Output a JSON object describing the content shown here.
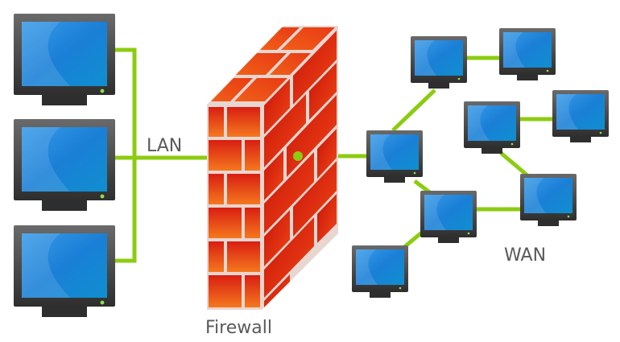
{
  "title": "Firewall network diagram",
  "labels": {
    "lan": "LAN",
    "firewall": "Firewall",
    "wan": "WAN"
  },
  "colors": {
    "link": "#8ccc10",
    "screen": "#1a7fd6",
    "bezel": "#3a3a3a",
    "brick": "#e8331a",
    "mortar": "#e8d6d0",
    "label": "#5a5a5a",
    "power_led": "#8ee04a"
  },
  "nodes": {
    "lan": [
      {
        "id": "lan-pc-1"
      },
      {
        "id": "lan-pc-2"
      },
      {
        "id": "lan-pc-3"
      }
    ],
    "wan": [
      {
        "id": "wan-pc-a"
      },
      {
        "id": "wan-pc-b"
      },
      {
        "id": "wan-pc-c"
      },
      {
        "id": "wan-pc-d"
      },
      {
        "id": "wan-pc-e"
      },
      {
        "id": "wan-pc-f"
      },
      {
        "id": "wan-pc-g"
      },
      {
        "id": "wan-pc-h"
      }
    ]
  },
  "links": [
    [
      "lan-pc-1",
      "lan-bus"
    ],
    [
      "lan-pc-2",
      "lan-bus"
    ],
    [
      "lan-pc-3",
      "lan-bus"
    ],
    [
      "lan-bus",
      "firewall"
    ],
    [
      "firewall",
      "wan-pc-c"
    ],
    [
      "wan-pc-c",
      "wan-pc-a"
    ],
    [
      "wan-pc-a",
      "wan-pc-b"
    ],
    [
      "wan-pc-c",
      "wan-pc-f"
    ],
    [
      "wan-pc-f",
      "wan-pc-h"
    ],
    [
      "wan-pc-f",
      "wan-pc-g"
    ],
    [
      "wan-pc-g",
      "wan-pc-d"
    ],
    [
      "wan-pc-d",
      "wan-pc-e"
    ]
  ]
}
